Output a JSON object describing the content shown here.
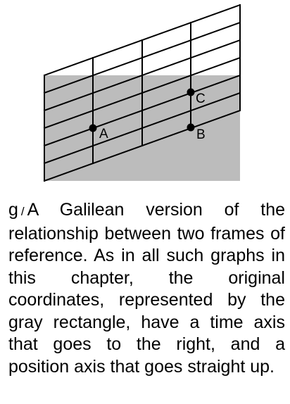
{
  "figure": {
    "points": [
      {
        "name": "A",
        "label": "A"
      },
      {
        "name": "B",
        "label": "B"
      },
      {
        "name": "C",
        "label": "C"
      }
    ],
    "colors": {
      "rectangle": "#bcbcbc",
      "lines": "#000000"
    }
  },
  "caption": {
    "label": "g",
    "separator": "/",
    "text": "A Galilean version of the relationship between two frames of reference.  As in all such graphs in this chapter, the original coordinates, represented by the gray rectangle, have a time axis that goes to the right, and a position axis that goes straight up."
  }
}
